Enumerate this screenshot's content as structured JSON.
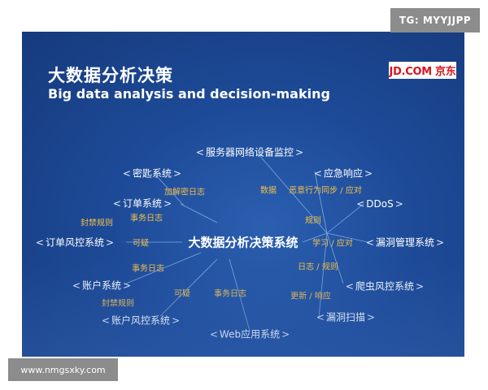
{
  "slide": {
    "title_zh": "大数据分析决策",
    "title_en": "Big data analysis and decision-making",
    "logo_text": "JD.COM 京东",
    "center": "大数据分析决策系统",
    "nodes": [
      {
        "id": "server",
        "label": "服务器网络设备监控"
      },
      {
        "id": "keys",
        "label": "密匙系统"
      },
      {
        "id": "emergency",
        "label": "应急响应"
      },
      {
        "id": "ddos",
        "label": "DDoS"
      },
      {
        "id": "order",
        "label": "订单系统"
      },
      {
        "id": "order-risk",
        "label": "订单风控系统"
      },
      {
        "id": "vuln-mgmt",
        "label": "漏洞管理系统"
      },
      {
        "id": "account",
        "label": "账户系统"
      },
      {
        "id": "crawler",
        "label": "爬虫风控系统"
      },
      {
        "id": "account-risk",
        "label": "账户风控系统"
      },
      {
        "id": "vuln-scan",
        "label": "漏洞扫描"
      },
      {
        "id": "web",
        "label": "Web应用系统"
      }
    ],
    "edge_labels": {
      "encrypt_log": "加解密日志",
      "data": "数据",
      "malicious_sync": "恶意行为同步 / 应对",
      "business_log_1": "事务日志",
      "ban_rule_1": "封禁规则",
      "rules": "规则",
      "suspicious_1": "可疑",
      "learn_respond": "学习 / 应对",
      "business_log_2": "事务日志",
      "log_rules": "日志 / 规则",
      "suspicious_2": "可疑",
      "business_log_3": "事务日志",
      "update_respond": "更新 / 响应",
      "ban_rule_2": "封禁规则"
    }
  },
  "watermark_top": "TG: MYYJJPP",
  "watermark_bottom": "www.nmgsxky.com"
}
